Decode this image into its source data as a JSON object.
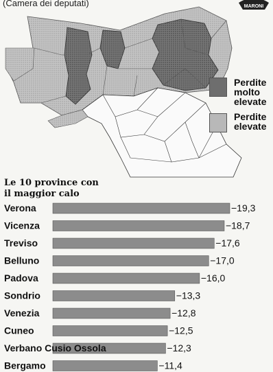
{
  "header": {
    "subtitle": "(Camera dei deputati)",
    "logo_text": "MARONI"
  },
  "legend": {
    "items": [
      {
        "label": "Perdite molto elevate",
        "color": "#6e6e6e"
      },
      {
        "label": "Perdite elevate",
        "color": "#b8b8b8"
      }
    ]
  },
  "chart_data": {
    "type": "bar",
    "orientation": "horizontal",
    "title": "Le 10 province con il maggior calo",
    "categories": [
      "Verona",
      "Vicenza",
      "Treviso",
      "Belluno",
      "Padova",
      "Sondrio",
      "Venezia",
      "Cuneo",
      "Verbano Cusio Ossola",
      "Bergamo"
    ],
    "values": [
      -19.3,
      -18.7,
      -17.6,
      -17.0,
      -16.0,
      -13.3,
      -12.8,
      -12.5,
      -12.3,
      -11.4
    ],
    "value_labels": [
      "−19,3",
      "−18,7",
      "−17,6",
      "−17,0",
      "−16,0",
      "−13,3",
      "−12,8",
      "−12,5",
      "−12,3",
      "−11,4"
    ],
    "bar_color": "#8c8c8c",
    "grid": false
  }
}
